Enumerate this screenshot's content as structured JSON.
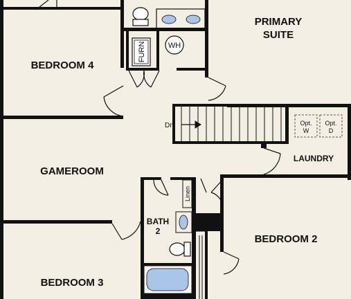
{
  "colors": {
    "floor": "#f4efe4",
    "wall": "#111111",
    "fixture": "#a9c6e8",
    "fixture_stroke": "#333333"
  },
  "labels": {
    "primary_suite_line1": "PRIMARY",
    "primary_suite_line2": "SUITE",
    "bedroom4": "BEDROOM 4",
    "gameroom": "GAMEROOM",
    "bedroom3": "BEDROOM 3",
    "bedroom2": "BEDROOM 2",
    "bath2_line1": "BATH",
    "bath2_line2": "2",
    "laundry": "LAUNDRY",
    "furn": "FURN",
    "wh": "WH",
    "linen": "Linen",
    "dn": "Dn",
    "opt_w_line1": "Opt.",
    "opt_w_line2": "W",
    "opt_d_line1": "Opt.",
    "opt_d_line2": "D"
  }
}
